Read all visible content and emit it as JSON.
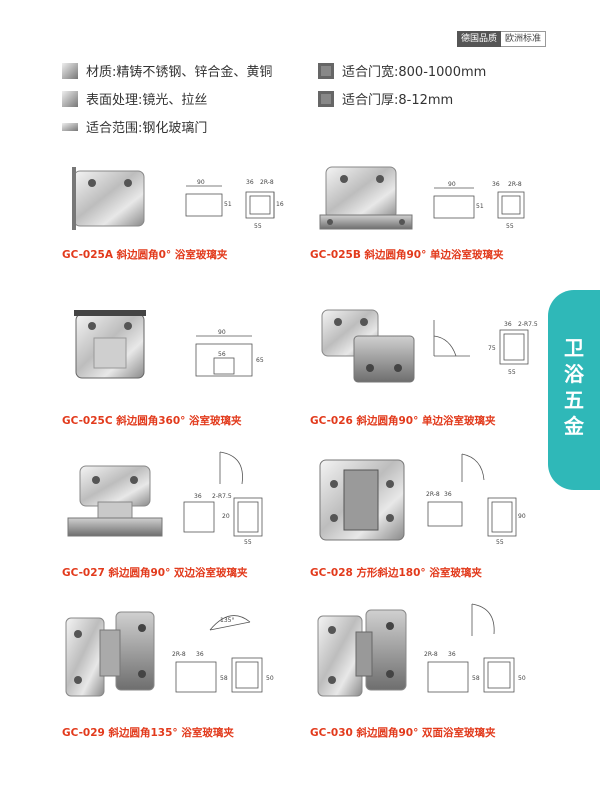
{
  "badge": {
    "left": "德国品质",
    "right": "欧洲标准"
  },
  "specs": [
    {
      "text": "材质:精铸不锈钢、锌合金、黄铜",
      "icon": "gradient-square-icon"
    },
    {
      "text": "表面处理:镜光、拉丝",
      "icon": "gradient-square-icon"
    },
    {
      "text": "适合范围:钢化玻璃门",
      "icon": "gradient-bar-icon"
    },
    {
      "text": "适合门宽:800-1000mm",
      "icon": "dark-square-icon"
    },
    {
      "text": "适合门厚:8-12mm",
      "icon": "dark-square-icon"
    }
  ],
  "side_tab": {
    "title": "卫浴五金"
  },
  "products": [
    {
      "caption": "GC-025A 斜边圆角0° 浴室玻璃夹",
      "dims": [
        "90",
        "36",
        "2R-8",
        "51",
        "55",
        "16"
      ]
    },
    {
      "caption": "GC-025B 斜边圆角90° 单边浴室玻璃夹",
      "dims": [
        "90",
        "36",
        "2R-8",
        "51",
        "55"
      ]
    },
    {
      "caption": "GC-025C 斜边圆角360° 浴室玻璃夹",
      "dims": [
        "90",
        "56",
        "65"
      ]
    },
    {
      "caption": "GC-026 斜边圆角90° 单边浴室玻璃夹",
      "dims": [
        "36",
        "2-R7.5",
        "75",
        "55"
      ]
    },
    {
      "caption": "GC-027 斜边圆角90° 双边浴室玻璃夹",
      "dims": [
        "36",
        "2-R7.5",
        "20",
        "55"
      ]
    },
    {
      "caption": "GC-028 方形斜边180° 浴室玻璃夹",
      "dims": [
        "2R-8",
        "36",
        "90",
        "55"
      ]
    },
    {
      "caption": "GC-029 斜边圆角135° 浴室玻璃夹",
      "dims": [
        "2R-8",
        "36",
        "135°",
        "58",
        "50"
      ]
    },
    {
      "caption": "GC-030 斜边圆角90° 双面浴室玻璃夹",
      "dims": [
        "2R-8",
        "36",
        "58",
        "50"
      ]
    }
  ]
}
